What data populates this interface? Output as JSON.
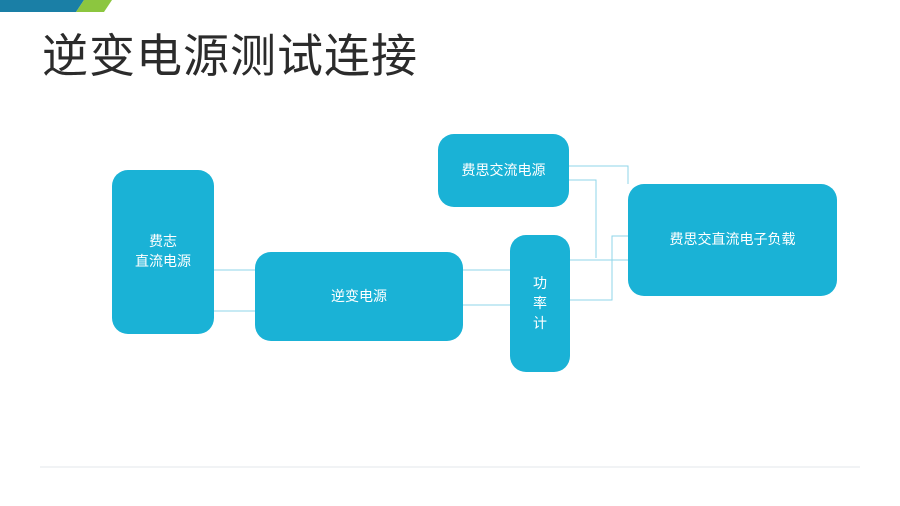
{
  "slide": {
    "title": "逆变电源测试连接"
  },
  "blocks": {
    "dc_source": {
      "line1": "费志",
      "line2": "直流电源"
    },
    "inverter": {
      "label": "逆变电源"
    },
    "ac_source": {
      "label": "费思交流电源"
    },
    "power_meter": {
      "line1": "功",
      "line2": "率",
      "line3": "计"
    },
    "load": {
      "label": "费思交直流电子负载"
    }
  },
  "colors": {
    "block": "#1ab2d6",
    "wire": "#8fd6e9",
    "accent_green": "#8cc63f",
    "accent_blue": "#1a7fa6"
  }
}
